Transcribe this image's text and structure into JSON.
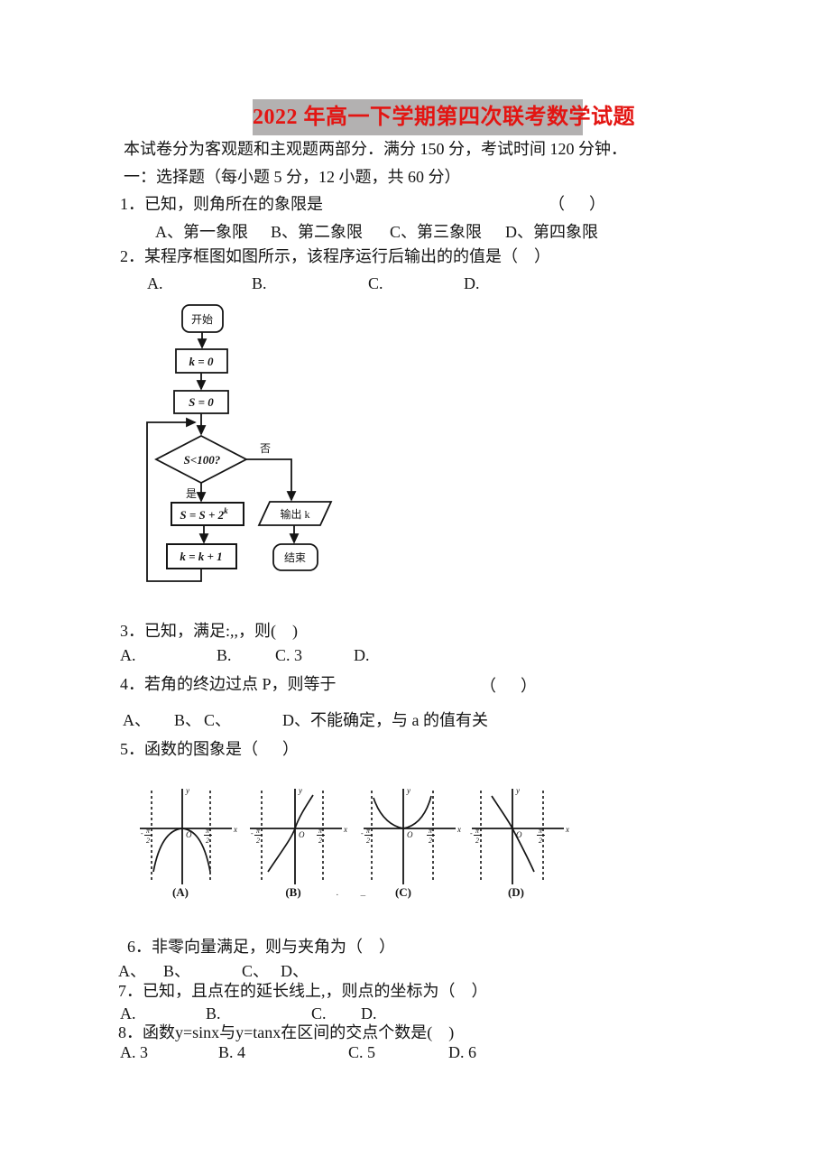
{
  "colors": {
    "title_red": "#e31512",
    "title_bg": "#b3b1b1"
  },
  "header": {
    "title": "2022 年高一下学期第四次联考数学试题",
    "intro": "本试卷分为客观题和主观题两部分．满分 150 分，考试时间 120 分钟．",
    "section": "一：选择题（每小题 5 分，12 小题，共 60 分）"
  },
  "questions": {
    "q1": {
      "stem": "1．已知，则角所在的象限是",
      "paren": "（      ）",
      "options": [
        "A、第一象限",
        "B、第二象限",
        "C、第三象限",
        "D、第四象限"
      ]
    },
    "q2": {
      "stem": "2．某程序框图如图所示，该程序运行后输出的的值是（    ）",
      "options": [
        "A.",
        "B.",
        "C.",
        "D."
      ]
    },
    "q3": {
      "stem": "3．已知，满足:,,，则(　)",
      "options": [
        "A.",
        "B.",
        "C. 3",
        "D."
      ]
    },
    "q4": {
      "stem": "4．若角的终边过点 P，则等于",
      "paren": "（      ）",
      "options": [
        "A、",
        "B、",
        "C、",
        "D、不能确定，与 a 的值有关"
      ]
    },
    "q5": {
      "stem": "5．函数的图象是（      ）"
    },
    "q6": {
      "stem": "6．非零向量满足，则与夹角为（　）",
      "options": [
        "A、",
        "B、",
        "C、",
        "D、"
      ]
    },
    "q7": {
      "stem": "7．已知，且点在的延长线上,，则点的坐标为（　）",
      "options": [
        "A.",
        "B.",
        "C.",
        "D."
      ]
    },
    "q8": {
      "stem": "8．函数y=sinx与y=tanx在区间的交点个数是(　)",
      "options": [
        "A. 3",
        "B. 4",
        "C. 5",
        "D. 6"
      ]
    }
  },
  "flowchart": {
    "start": "开始",
    "init_k": "k = 0",
    "init_s": "S = 0",
    "condition": "S<100?",
    "yes": "是",
    "no": "否",
    "body_base": "S = S + 2",
    "body_sup": "k",
    "increment": "k = k + 1",
    "output": "输出 k",
    "end": "结束"
  },
  "graphs": {
    "labels": [
      "(A)",
      "(B)",
      "(C)",
      "(D)"
    ],
    "y_label": "y",
    "x_label": "x",
    "origin": "O",
    "minus": "-",
    "pi": "π",
    "two": "2"
  },
  "artifacts": {
    "marks": "·–"
  }
}
